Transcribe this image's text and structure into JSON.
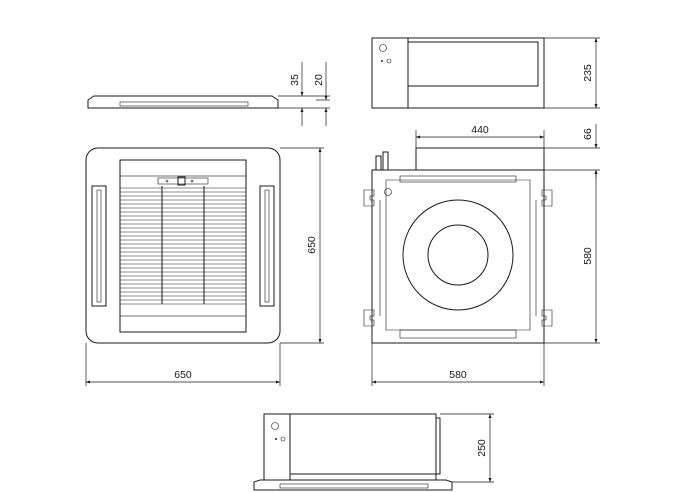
{
  "dimensions": {
    "panel_thickness": "35",
    "panel_edge": "20",
    "top_view_height": "235",
    "front_width": "650",
    "front_height": "650",
    "body_width": "580",
    "body_depth": "580",
    "box_width": "440",
    "box_offset": "66",
    "bottom_view_height": "250"
  },
  "colors": {
    "line": "#1a1a1a",
    "background": "#ffffff"
  }
}
